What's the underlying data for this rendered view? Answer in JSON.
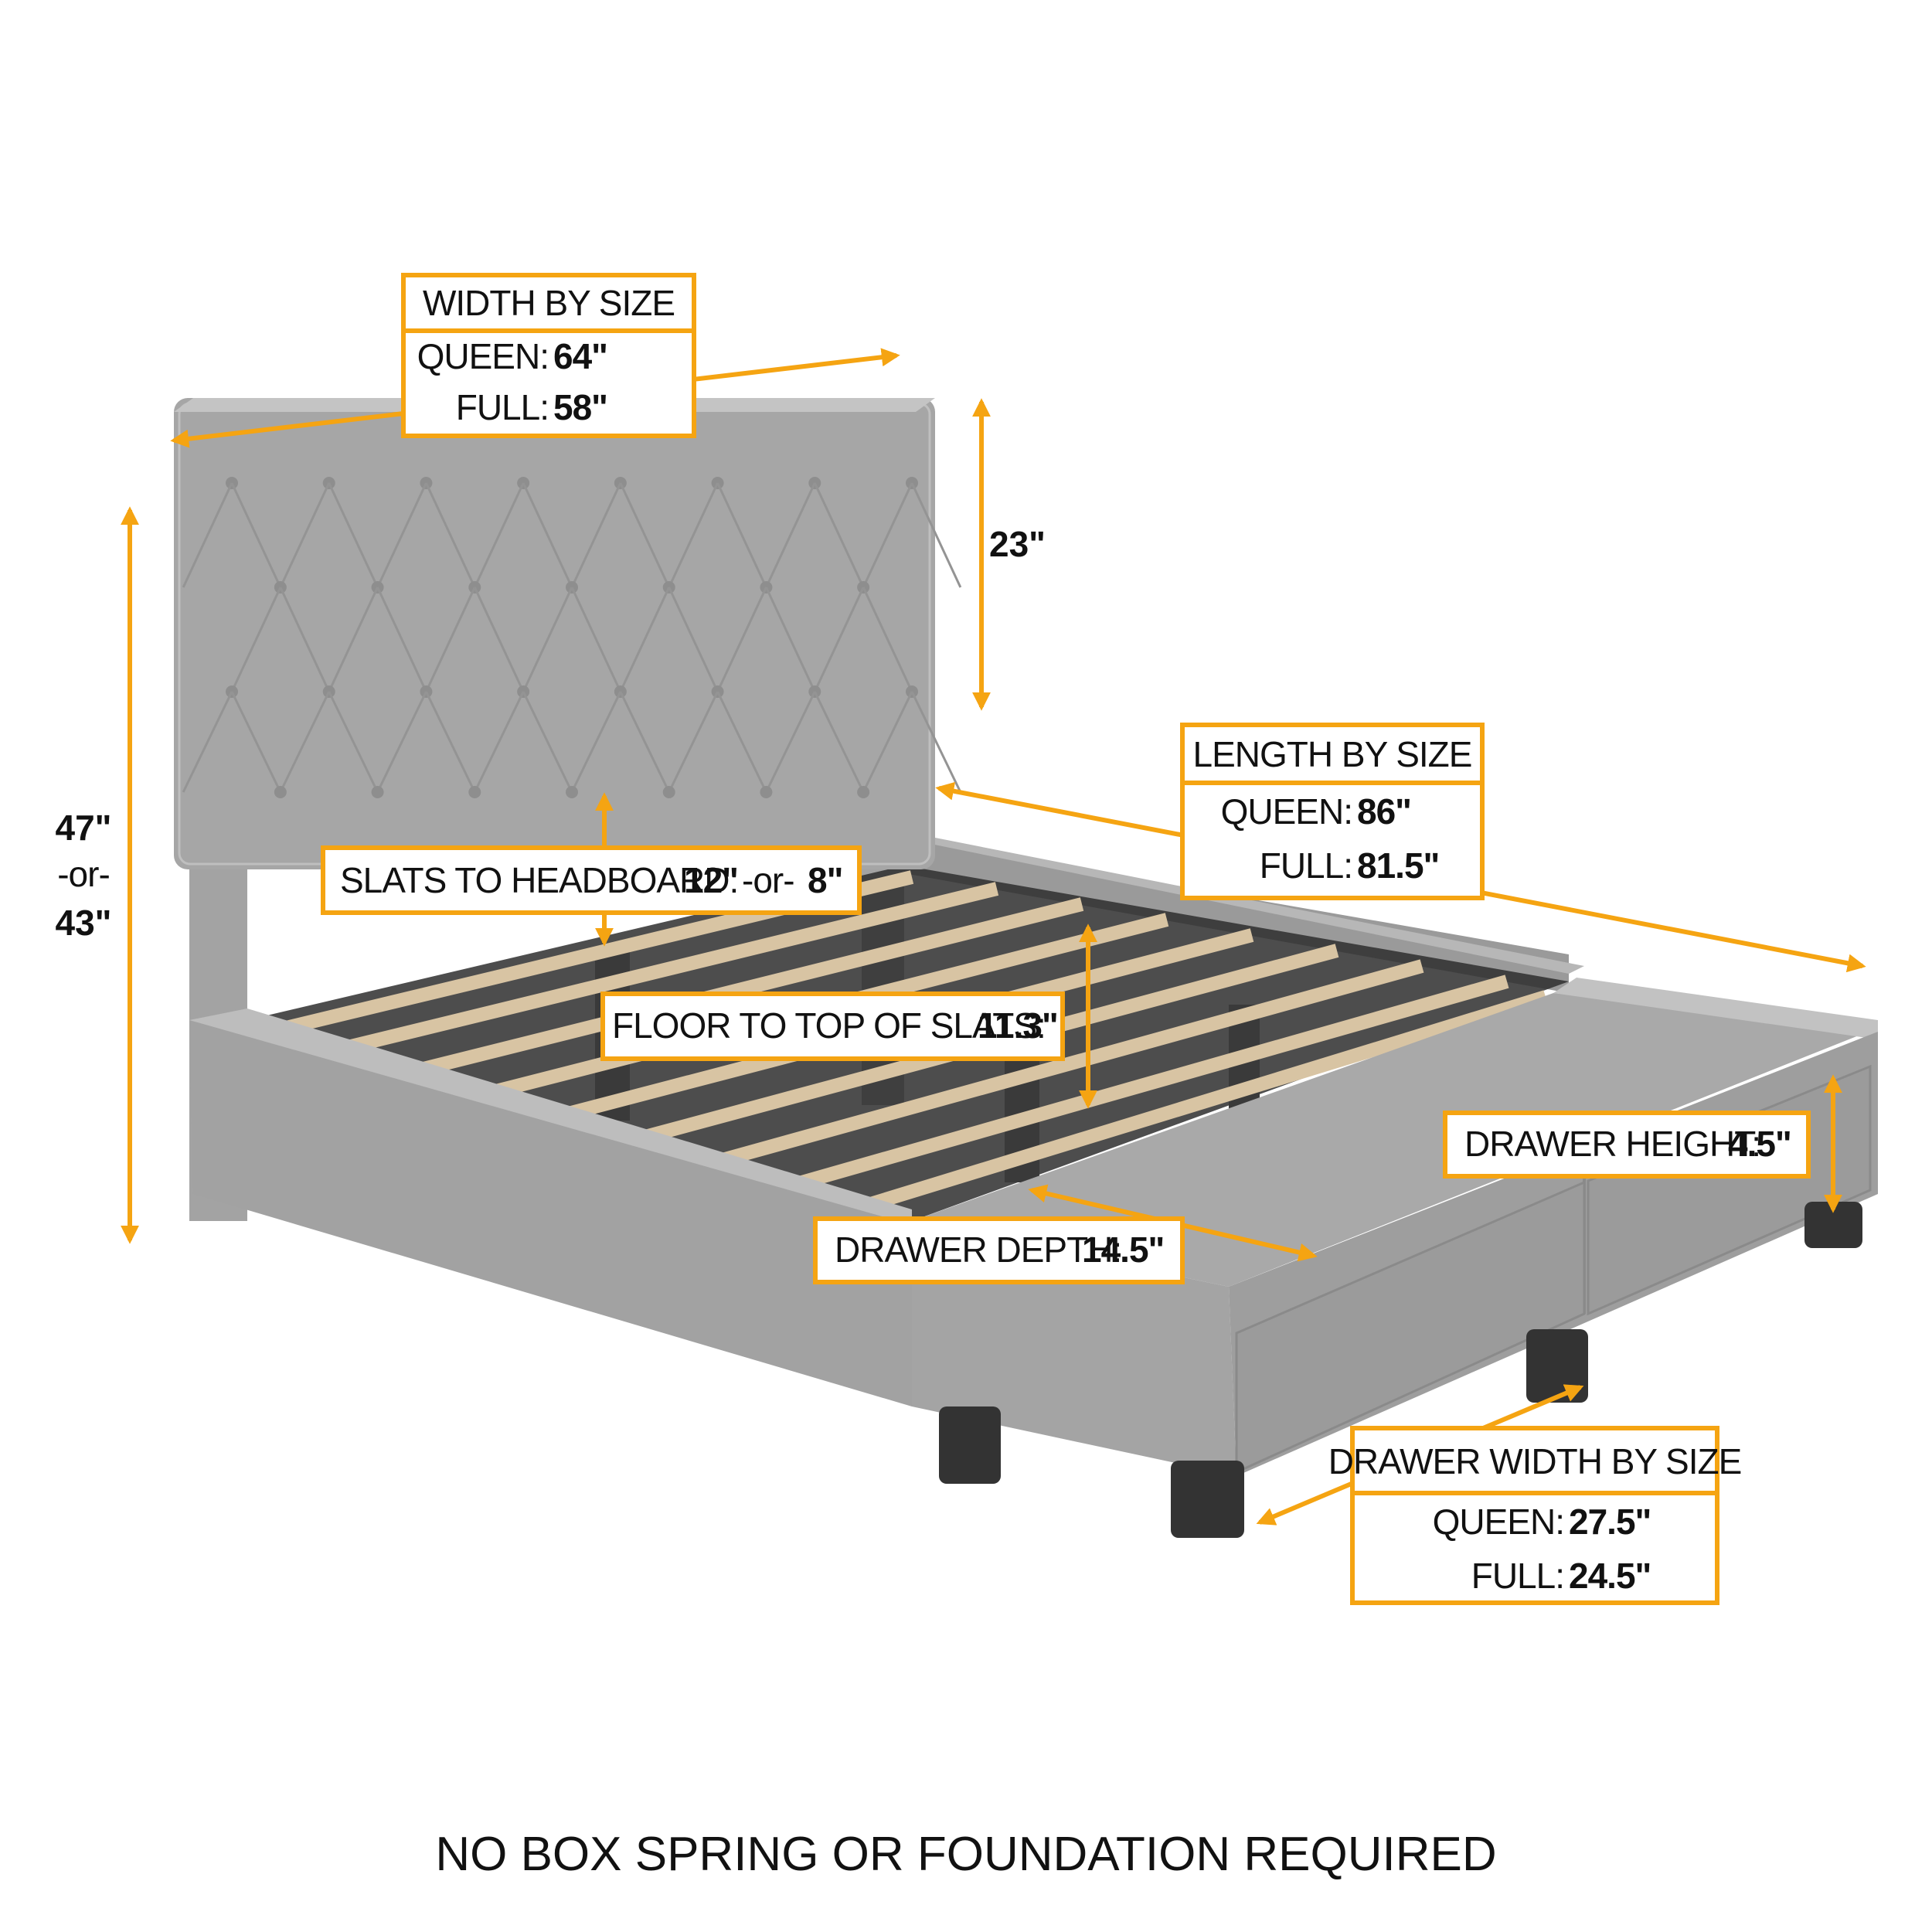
{
  "colors": {
    "accent": "#F5A412",
    "fabric": "#a9a9a9",
    "fabric_dark": "#8f8f8f",
    "slat": "#d8c4a3",
    "leg": "#3a3a3a"
  },
  "width": {
    "title": "WIDTH BY SIZE",
    "queen_label": "QUEEN:",
    "queen_value": "64\"",
    "full_label": "FULL:",
    "full_value": "58\""
  },
  "headboard_height": "23\"",
  "overall_height": {
    "a": "47\"",
    "or": "-or-",
    "b": "43\""
  },
  "length": {
    "title": "LENGTH BY SIZE",
    "queen_label": "QUEEN:",
    "queen_value": "86\"",
    "full_label": "FULL:",
    "full_value": "81.5\""
  },
  "slats_to_headboard": {
    "label": "SLATS TO HEADBOARD:",
    "v1": "12\"",
    "or": "-or-",
    "v2": "8\""
  },
  "floor_to_slats": {
    "label": "FLOOR TO TOP OF SLATS:",
    "value": "11.3\""
  },
  "drawer_height": {
    "label": "DRAWER HEIGHT:",
    "value": "4.5\""
  },
  "drawer_depth": {
    "label": "DRAWER DEPTH:",
    "value": "14.5\""
  },
  "drawer_width": {
    "title": "DRAWER WIDTH BY SIZE",
    "queen_label": "QUEEN:",
    "queen_value": "27.5\"",
    "full_label": "FULL:",
    "full_value": "24.5\""
  },
  "footer": "NO BOX SPRING OR FOUNDATION REQUIRED"
}
